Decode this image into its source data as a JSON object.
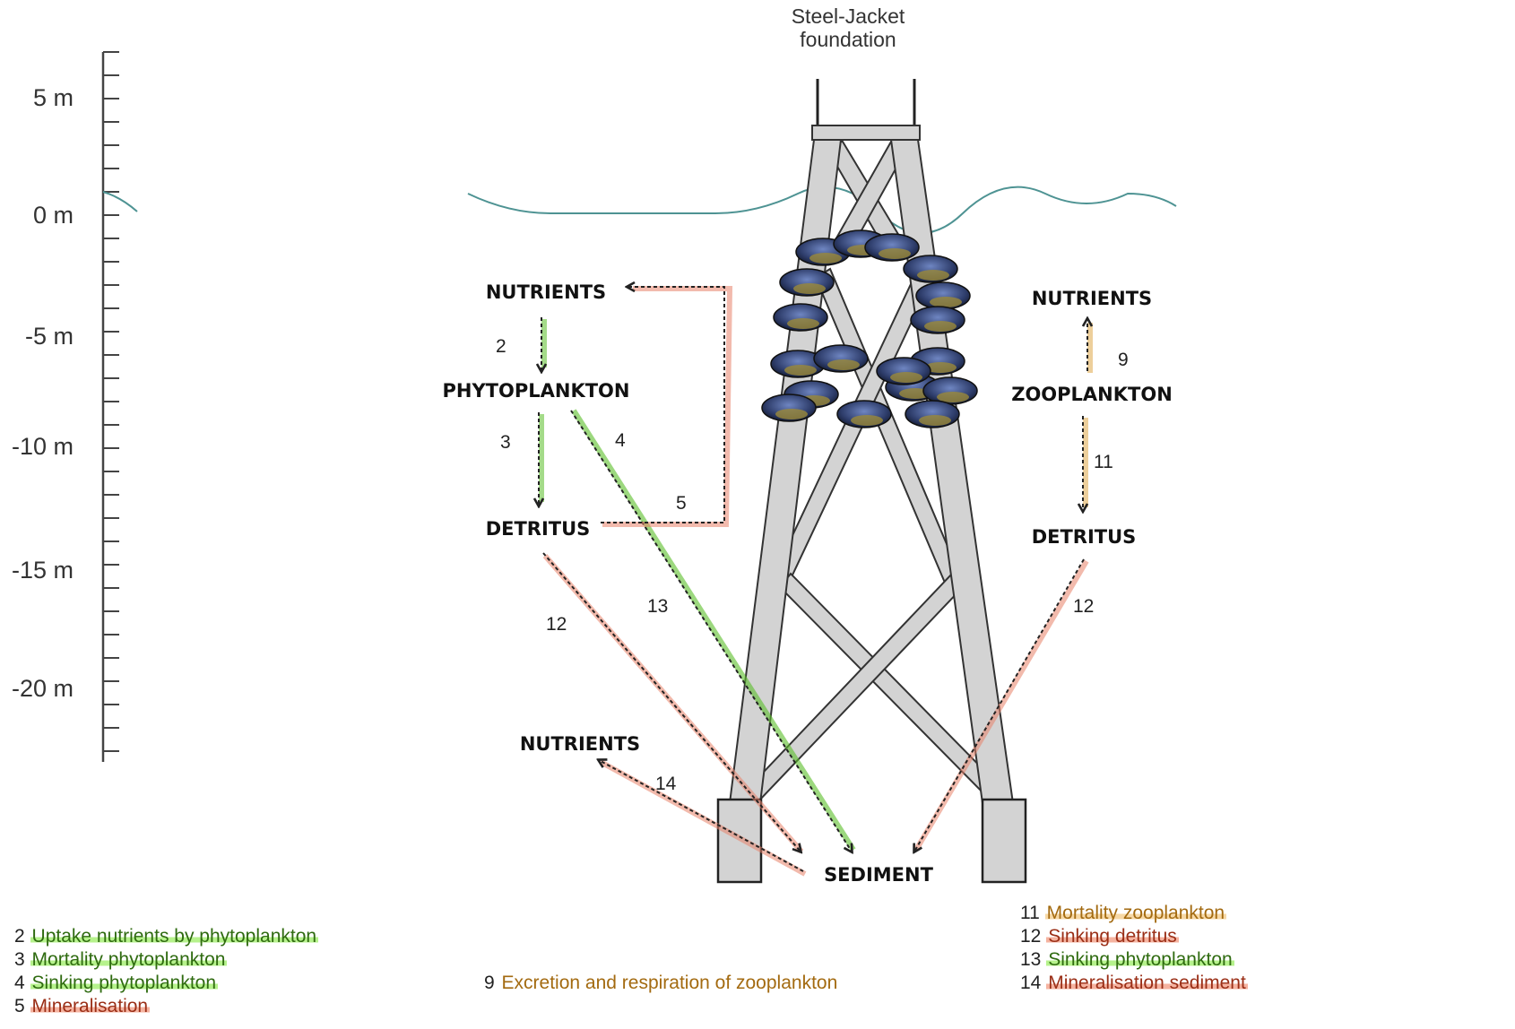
{
  "title": "Steel-Jacket foundation",
  "depth_scale": {
    "labels": [
      "5 m",
      "0 m",
      "-5 m",
      "-10 m",
      "-15 m",
      "-20 m"
    ]
  },
  "left_column": {
    "nutrients": "NUTRIENTS",
    "phytoplankton": "PHYTOPLANKTON",
    "detritus": "DETRITUS",
    "flux_numbers": [
      "2",
      "3",
      "4",
      "5",
      "12",
      "13"
    ]
  },
  "right_column": {
    "nutrients": "NUTRIENTS",
    "zooplankton": "ZOOPLANKTON",
    "detritus": "DETRITUS",
    "flux_numbers": [
      "9",
      "11",
      "12"
    ]
  },
  "bottom": {
    "nutrients": "NUTRIENTS",
    "sediment": "SEDIMENT",
    "flux_number": "14"
  },
  "legend_left": [
    {
      "num": "2",
      "text": "Uptake nutrients by phytoplankton",
      "color": "green"
    },
    {
      "num": "3",
      "text": "Mortality phytoplankton",
      "color": "green"
    },
    {
      "num": "4",
      "text": "Sinking phytoplankton",
      "color": "green"
    },
    {
      "num": "5",
      "text": "Mineralisation",
      "color": "red"
    }
  ],
  "legend_middle": [
    {
      "num": "9",
      "text": "Excretion and respiration of zooplankton",
      "color": "orange"
    }
  ],
  "legend_right": [
    {
      "num": "11",
      "text": "Mortality zooplankton",
      "color": "orange"
    },
    {
      "num": "12",
      "text": "Sinking detritus",
      "color": "red"
    },
    {
      "num": "13",
      "text": "Sinking phytoplankton",
      "color": "green"
    },
    {
      "num": "14",
      "text": "Mineralisation sediment",
      "color": "red"
    }
  ],
  "colors": {
    "green": "#5bbf2a",
    "red": "#e8826a",
    "orange": "#e0a94a",
    "water": "#4e9393",
    "steel": "#d3d3d3",
    "mussel": "#3c4f86"
  }
}
